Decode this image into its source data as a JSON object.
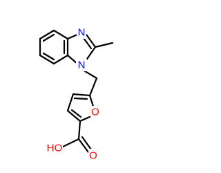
{
  "molecule": {
    "atoms": [
      {
        "id": "N3",
        "label": "N",
        "color": "#0000ff"
      },
      {
        "id": "N1",
        "label": "N",
        "color": "#0000ff"
      },
      {
        "id": "O_ring",
        "label": "O",
        "color": "#ff0000"
      },
      {
        "id": "O_carbonyl",
        "label": "O",
        "color": "#ff0000"
      },
      {
        "id": "OH",
        "label": "HO",
        "color": "#ff0000"
      }
    ],
    "bond_color": "#000000"
  }
}
